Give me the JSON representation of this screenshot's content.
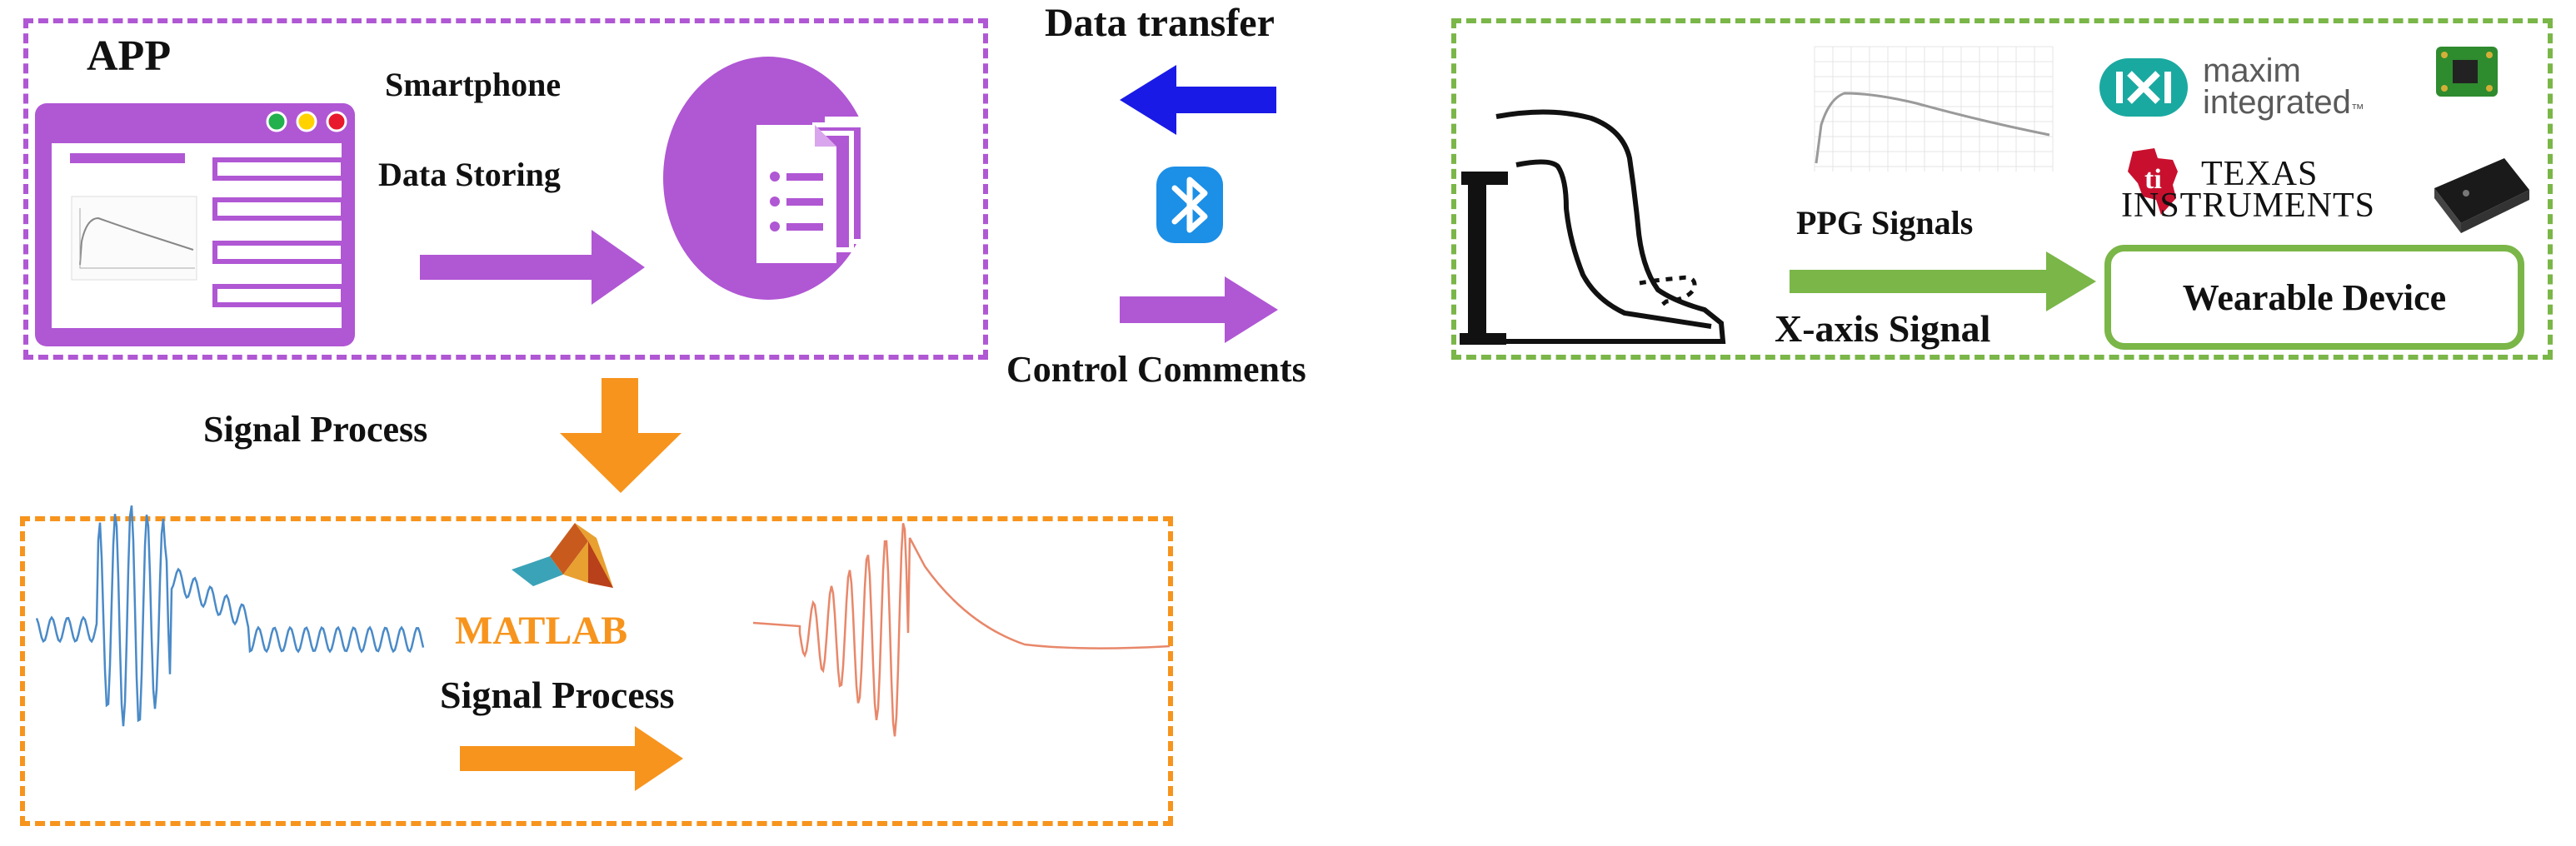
{
  "app_panel": {
    "title": "APP",
    "smartphone_label": "Smartphone",
    "storing_label": "Data Storing"
  },
  "center": {
    "data_transfer_label": "Data transfer",
    "control_label": "Control Comments"
  },
  "device_panel": {
    "ppg_label": "PPG Signals",
    "xaxis_label": "X-axis Signal",
    "wearable_label": "Wearable Device",
    "maxim_line1": "maxim",
    "maxim_line2": "integrated",
    "maxim_tm": "™",
    "ti_line1": "TEXAS",
    "ti_line2": "INSTRUMENTS"
  },
  "process": {
    "signal_process_label": "Signal Process",
    "matlab_label": "MATLAB",
    "matlab_process_label": "Signal Process"
  },
  "colors": {
    "purple": "#b057d4",
    "green": "#7ab648",
    "orange": "#f7941d",
    "blue": "#1a1ae6",
    "bluetooth": "#1c8fe6",
    "raw_signal": "#4a8ac8",
    "filtered_signal": "#e8876a",
    "maxim_teal": "#1aa9a0",
    "ti_red": "#c8102e"
  }
}
